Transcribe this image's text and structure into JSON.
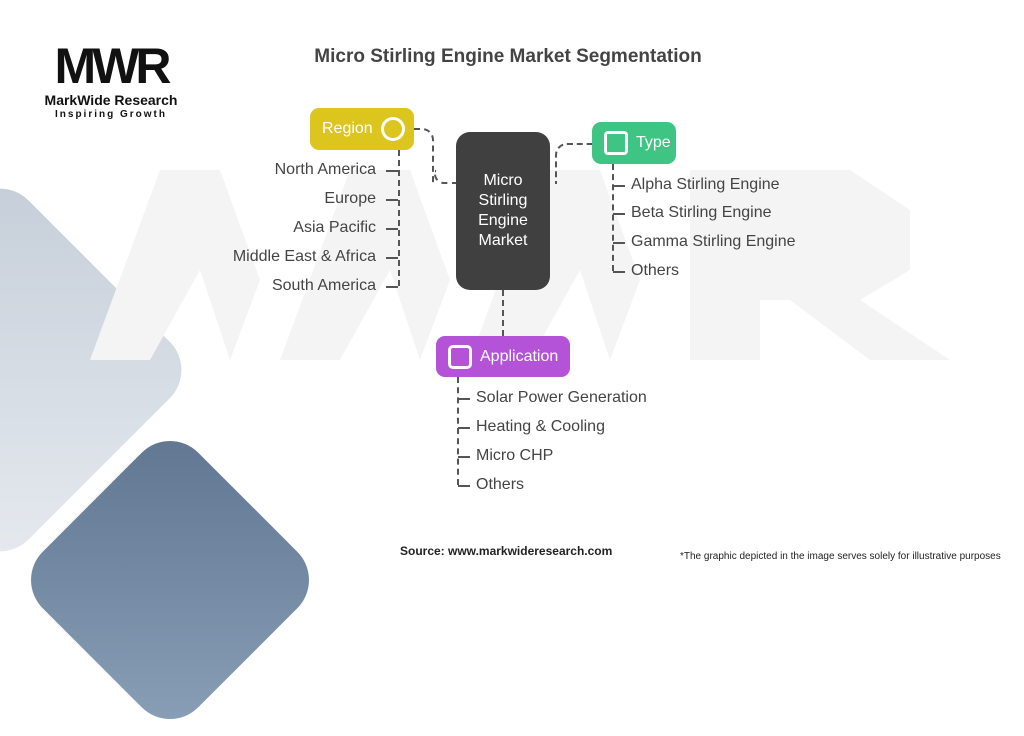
{
  "logo": {
    "mark": "MWR",
    "name": "MarkWide Research",
    "tagline": "Inspiring Growth"
  },
  "title": "Micro Stirling Engine Market Segmentation",
  "center": "Micro Stirling Engine Market",
  "segments": {
    "region": {
      "label": "Region",
      "color": "#dcc51c",
      "items": [
        "North America",
        "Europe",
        "Asia Pacific",
        "Middle East & Africa",
        "South America"
      ]
    },
    "type": {
      "label": "Type",
      "color": "#3ec583",
      "items": [
        "Alpha Stirling Engine",
        "Beta Stirling Engine",
        "Gamma Stirling Engine",
        "Others"
      ]
    },
    "application": {
      "label": "Application",
      "color": "#b453d8",
      "items": [
        "Solar Power Generation",
        "Heating & Cooling",
        "Micro CHP",
        "Others"
      ]
    }
  },
  "source": "Source: www.markwideresearch.com",
  "note": "*The graphic depicted in the image serves solely for illustrative purposes"
}
